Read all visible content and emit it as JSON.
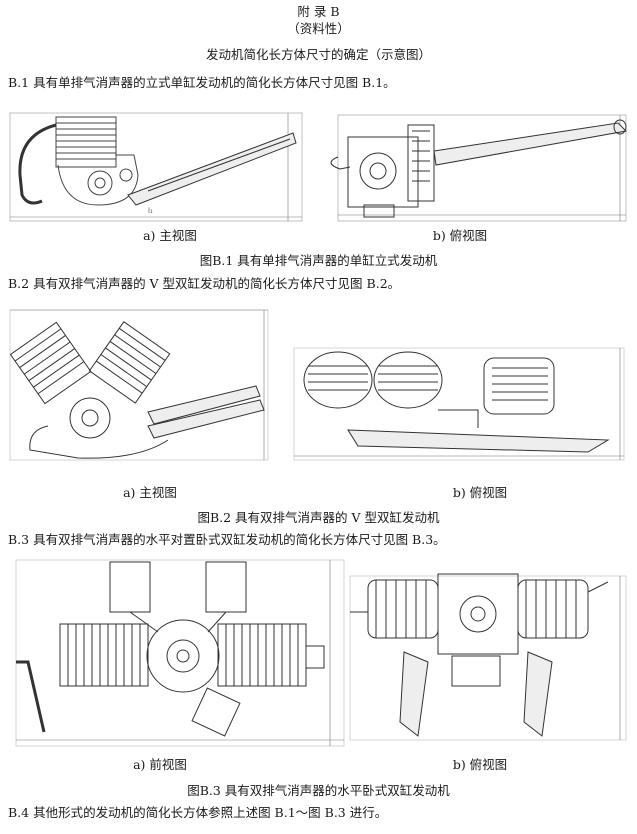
{
  "appendix": {
    "title": "附 录 B",
    "nature": "（资料性）",
    "heading": "发动机简化长方体尺寸的确定（示意图）"
  },
  "sections": [
    {
      "text": "B.1 具有单排气消声器的立式单缸发动机的简化长方体尺寸见图 B.1。"
    },
    {
      "text": "B.2 具有双排气消声器的 V 型双缸发动机的简化长方体尺寸见图 B.2。"
    },
    {
      "text": "B.3 具有双排气消声器的水平对置卧式双缸发动机的简化长方体尺寸见图 B.3。"
    },
    {
      "text": "B.4 其他形式的发动机的简化长方体参照上述图 B.1～图 B.3 进行。"
    }
  ],
  "figures": [
    {
      "caption": "图B.1 具有单排气消声器的单缸立式发动机",
      "left_label": "a) 主视图",
      "right_label": "b) 俯视图"
    },
    {
      "caption": "图B.2 具有双排气消声器的 V 型双缸发动机",
      "left_label": "a) 主视图",
      "right_label": "b) 俯视图"
    },
    {
      "caption": "图B.3 具有双排气消声器的水平卧式双缸发动机",
      "left_label": "a) 前视图",
      "right_label": "b) 俯视图"
    }
  ]
}
